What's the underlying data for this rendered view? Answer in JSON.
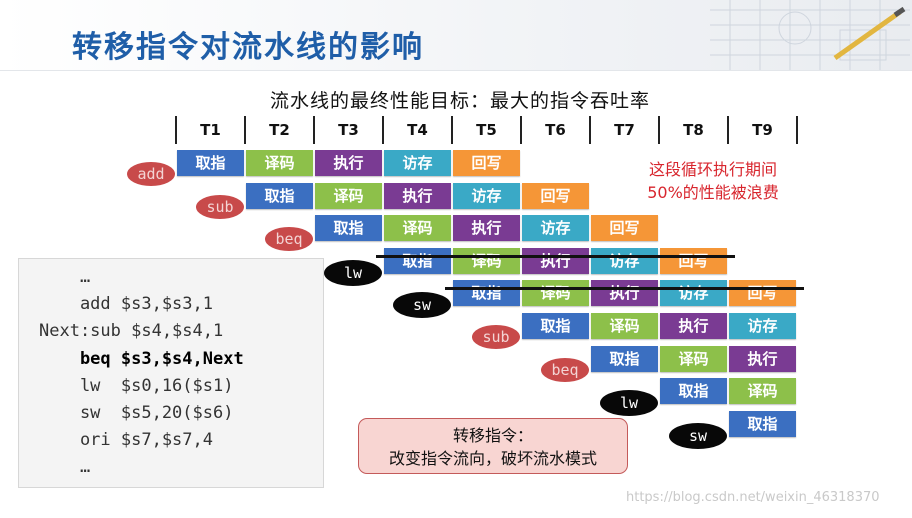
{
  "page": {
    "title": "转移指令对流水线的影响",
    "subtitle": "流水线的最终性能目标：最大的指令吞吐率",
    "watermark": "https://blog.csdn.net/weixin_46318370"
  },
  "timeline": {
    "periods": [
      "T1",
      "T2",
      "T3",
      "T4",
      "T5",
      "T6",
      "T7",
      "T8",
      "T9"
    ]
  },
  "stage_names": [
    "取指",
    "译码",
    "执行",
    "访存",
    "回写"
  ],
  "colors": {
    "fetch": "#3b6fc1",
    "decode": "#8dc04a",
    "execute": "#7a3b93",
    "memory": "#3aa9c6",
    "writeback": "#f59637",
    "tag_red": "#c84a4a",
    "tag_black": "#080808",
    "note_red": "#d8262e",
    "title_blue": "#1f5ea8"
  },
  "pipeline": {
    "rows": [
      {
        "instr": "add",
        "tag": "red",
        "start": 1,
        "cancelled": false
      },
      {
        "instr": "sub",
        "tag": "red",
        "start": 2,
        "cancelled": false
      },
      {
        "instr": "beq",
        "tag": "red",
        "start": 3,
        "cancelled": false
      },
      {
        "instr": "lw",
        "tag": "black",
        "start": 4,
        "cancelled": true
      },
      {
        "instr": "sw",
        "tag": "black",
        "start": 5,
        "cancelled": true
      },
      {
        "instr": "sub",
        "tag": "red",
        "start": 6,
        "cancelled": false
      },
      {
        "instr": "beq",
        "tag": "red",
        "start": 7,
        "cancelled": false
      },
      {
        "instr": "lw",
        "tag": "black",
        "start": 8,
        "cancelled": false
      },
      {
        "instr": "sw",
        "tag": "black",
        "start": 9,
        "cancelled": false
      }
    ]
  },
  "note": {
    "line1": "这段循环执行期间",
    "line2": "50%的性能被浪费"
  },
  "code": {
    "lines": [
      {
        "text": "    …",
        "bold": false
      },
      {
        "text": "    add $s3,$s3,1",
        "bold": false
      },
      {
        "text": "Next:sub $s4,$s4,1",
        "bold": false
      },
      {
        "text": "    beq $s3,$s4,Next",
        "bold": true
      },
      {
        "text": "    lw  $s0,16($s1)",
        "bold": false
      },
      {
        "text": "    sw  $s5,20($s6)",
        "bold": false
      },
      {
        "text": "    ori $s7,$s7,4",
        "bold": false
      },
      {
        "text": "    …",
        "bold": false
      }
    ]
  },
  "callout": {
    "line1": "转移指令：",
    "line2": "改变指令流向，破坏流水模式"
  }
}
